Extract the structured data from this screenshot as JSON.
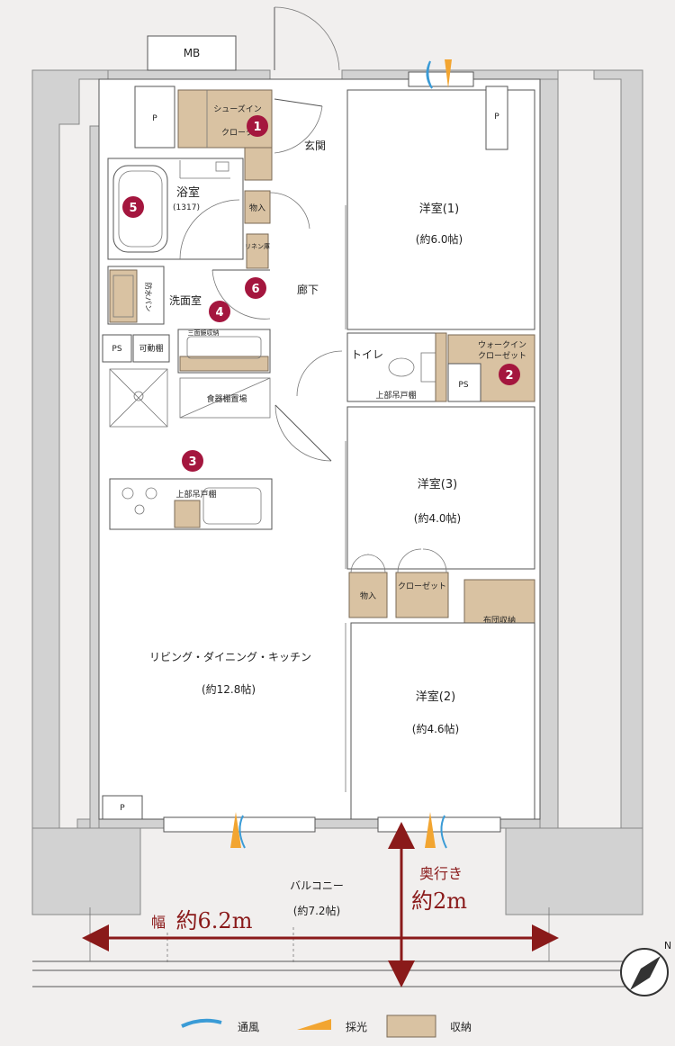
{
  "units": {
    "mb": "MB",
    "p": "P",
    "ps": "PS"
  },
  "rooms": {
    "shoes_closet": {
      "line1": "シューズイン",
      "line2": "クローク"
    },
    "entrance": "玄関",
    "bath": {
      "name": "浴室",
      "size": "(1317)"
    },
    "storage": "物入",
    "linen": "リネン庫",
    "hallway": "廊下",
    "washroom": "洗面室",
    "waterproof_pan": "防水パン",
    "shelf": "可動棚",
    "three_sided_mirror": "三面鏡収納",
    "dish_shelf": "食器棚置場",
    "upper_cabinet_kitchen": "上部吊戸棚",
    "toilet": "トイレ",
    "upper_cabinet_toilet": "上部吊戸棚",
    "walk_in_closet": {
      "line1": "ウォークイン",
      "line2": "クローゼット"
    },
    "western1": {
      "name": "洋室(1)",
      "size": "(約6.0帖)"
    },
    "western3": {
      "name": "洋室(3)",
      "size": "(約4.0帖)"
    },
    "western2": {
      "name": "洋室(2)",
      "size": "(約4.6帖)"
    },
    "closet": "クローゼット",
    "storage2": "物入",
    "futon": "布団収納",
    "ldk": {
      "name": "リビング・ダイニング・キッチン",
      "size": "(約12.8帖)"
    },
    "balcony": {
      "name": "バルコニー",
      "size": "(約7.2帖)"
    }
  },
  "badges": [
    "1",
    "2",
    "3",
    "4",
    "5",
    "6"
  ],
  "dimensions": {
    "width_label": "幅",
    "width_value": "約6.2m",
    "depth_label": "奥行き",
    "depth_value": "約2m"
  },
  "compass": "N",
  "legend": {
    "ventilation": "通風",
    "daylight": "採光",
    "storage": "収納"
  },
  "colors": {
    "storage": "#d9c2a2",
    "ventilation": "#3a9bd6",
    "daylight": "#f2a531",
    "badge": "#a4163e",
    "dimension": "#8a1a1a"
  }
}
